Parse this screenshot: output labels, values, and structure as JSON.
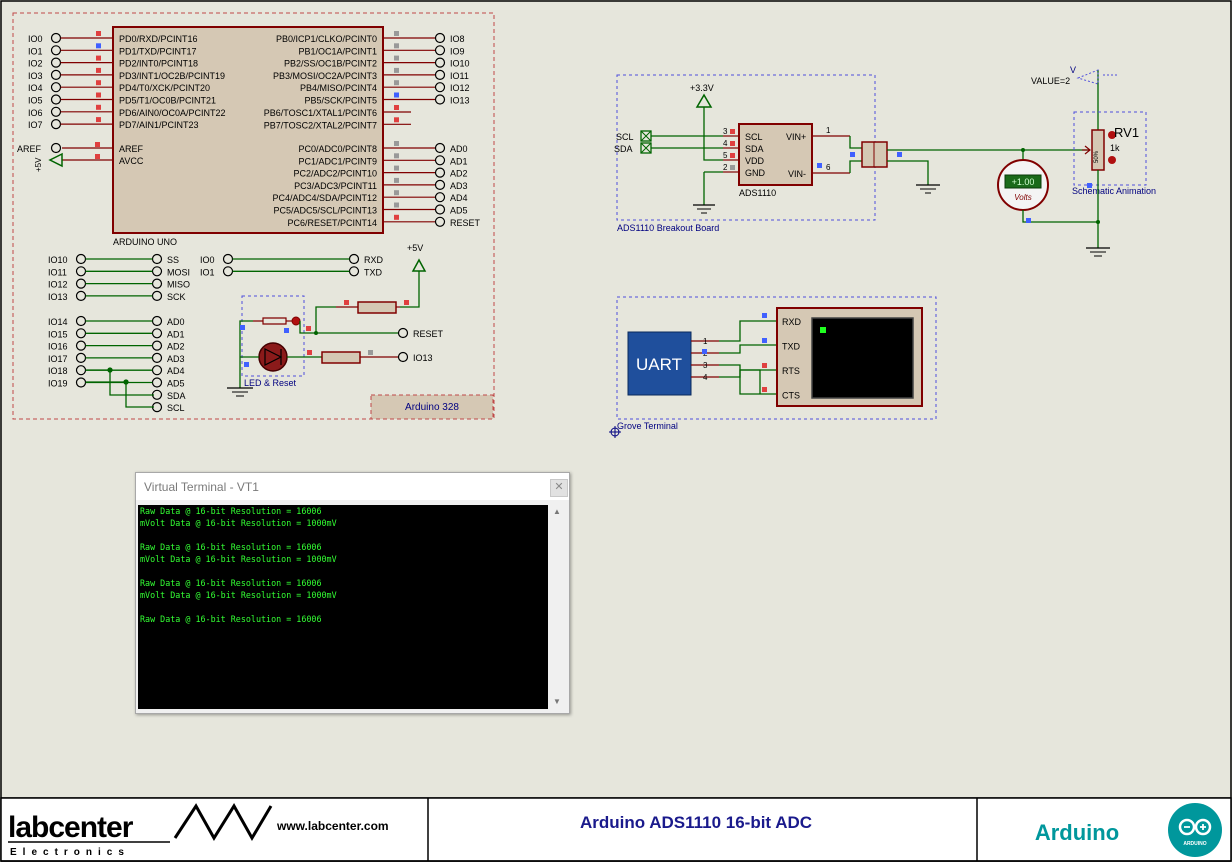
{
  "arduino": {
    "left_pins": [
      "IO0",
      "IO1",
      "IO2",
      "IO3",
      "IO4",
      "IO5",
      "IO6",
      "IO7"
    ],
    "left_labels": [
      "PD0/RXD/PCINT16",
      "PD1/TXD/PCINT17",
      "PD2/INT0/PCINT18",
      "PD3/INT1/OC2B/PCINT19",
      "PD4/T0/XCK/PCINT20",
      "PD5/T1/OC0B/PCINT21",
      "PD6/AIN0/OC0A/PCINT22",
      "PD7/AIN1/PCINT23"
    ],
    "aref_pin": "AREF",
    "aref_label": "AREF",
    "avcc_label": "AVCC",
    "supply_5v_side": "+5V",
    "right_pins": [
      "IO8",
      "IO9",
      "IO10",
      "IO11",
      "IO12",
      "IO13"
    ],
    "right_labels": [
      "PB0/ICP1/CLKO/PCINT0",
      "PB1/OC1A/PCINT1",
      "PB2/SS/OC1B/PCINT2",
      "PB3/MOSI/OC2A/PCINT3",
      "PB4/MISO/PCINT4",
      "PB5/SCK/PCINT5"
    ],
    "xtal_labels": [
      "PB6/TOSC1/XTAL1/PCINT6",
      "PB7/TOSC2/XTAL2/PCINT7"
    ],
    "analog_pins": [
      "AD0",
      "AD1",
      "AD2",
      "AD3",
      "AD4",
      "AD5",
      "RESET"
    ],
    "analog_labels": [
      "PC0/ADC0/PCINT8",
      "PC1/ADC1/PCINT9",
      "PC2/ADC2/PCINT10",
      "PC3/ADC3/PCINT11",
      "PC4/ADC4/SDA/PCINT12",
      "PC5/ADC5/SCL/PCINT13",
      "PC6/RESET/PCINT14"
    ],
    "chip_name": "ARDUINO UNO",
    "spi_left": [
      "IO10",
      "IO11",
      "IO12",
      "IO13"
    ],
    "spi_right": [
      "SS",
      "MOSI",
      "MISO",
      "SCK"
    ],
    "uart_left": [
      "IO0",
      "IO1"
    ],
    "uart_right": [
      "RXD",
      "TXD"
    ],
    "analog_left": [
      "IO14",
      "IO15",
      "IO16",
      "IO17",
      "IO18",
      "IO19"
    ],
    "analog_right": [
      "AD0",
      "AD1",
      "AD2",
      "AD3",
      "AD4",
      "AD5",
      "SDA",
      "SCL"
    ],
    "supply_5v": "+5V",
    "reset_label": "RESET",
    "io13_label": "IO13",
    "led_reset_label": "LED & Reset",
    "board_name": "Arduino 328"
  },
  "ads": {
    "supply": "+3.3V",
    "scl": "SCL",
    "sda": "SDA",
    "pin_nums": [
      "3",
      "4",
      "5",
      "2"
    ],
    "chip_pins": [
      "SCL",
      "SDA",
      "VDD",
      "GND"
    ],
    "vin_plus": "VIN+",
    "vin_minus": "VIN-",
    "out_nums": [
      "1",
      "6"
    ],
    "chip_name": "ADS1110",
    "board_label": "ADS1110 Breakout Board"
  },
  "pot": {
    "v_label": "V",
    "value_label": "VALUE=2",
    "name": "RV1",
    "value": "1k",
    "pct": "50%",
    "anim_label": "Schematic Animation"
  },
  "voltmeter": {
    "reading": "+1.00",
    "unit": "Volts"
  },
  "grove": {
    "uart_text": "UART",
    "pin_nums": [
      "1",
      "2",
      "3",
      "4"
    ],
    "term_pins": [
      "RXD",
      "TXD",
      "RTS",
      "CTS"
    ],
    "label": "Grove Terminal"
  },
  "terminal": {
    "title": "Virtual Terminal - VT1",
    "lines": [
      "Raw Data @ 16-bit Resolution = 16006",
      "mVolt Data @ 16-bit Resolution = 1000mV",
      "",
      "Raw Data @ 16-bit Resolution = 16006",
      "mVolt Data @ 16-bit Resolution = 1000mV",
      "",
      "Raw Data @ 16-bit Resolution = 16006",
      "mVolt Data @ 16-bit Resolution = 1000mV",
      "",
      "Raw Data @ 16-bit Resolution = 16006"
    ]
  },
  "footer": {
    "logo_text": "labcenter",
    "logo_sub": "Electronics",
    "url": "www.labcenter.com",
    "title": "Arduino ADS1110 16-bit ADC",
    "brand": "Arduino",
    "brand_logo_text": "ARDUINO"
  },
  "colors": {
    "wire": "#006400",
    "component": "#800000",
    "body_fill": "#d5c8b4",
    "dashed_box": "#4f4fdc",
    "red_border": "#c04848",
    "terminal_text": "#33ff33",
    "footer_title": "#1a1a8c",
    "arduino_teal": "#00979c"
  }
}
